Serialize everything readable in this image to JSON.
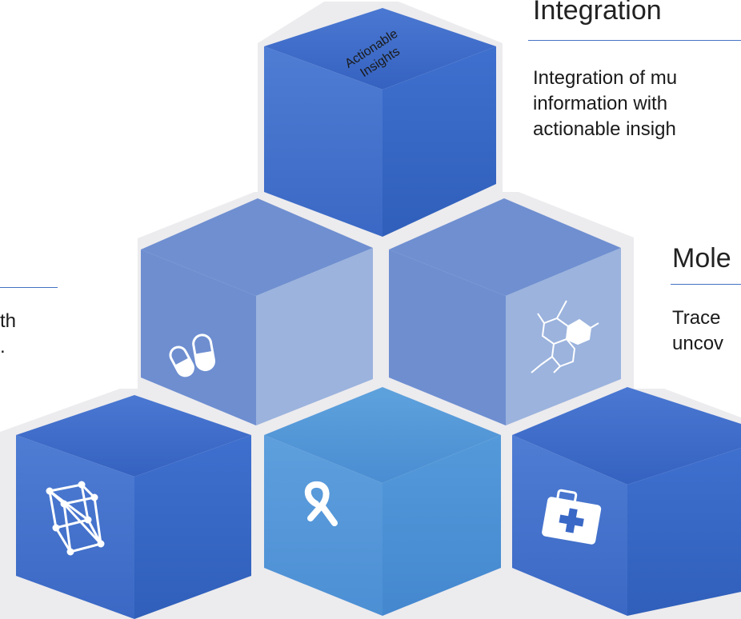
{
  "integration": {
    "heading": "Integration",
    "lines": [
      "Integration of mu",
      "information with",
      "actionable insigh"
    ]
  },
  "molecular": {
    "heading": "Mole",
    "lines": [
      "Trace",
      "uncov"
    ]
  },
  "left_text": {
    "lines": [
      "th",
      "."
    ]
  },
  "top_cube": {
    "label_line1": "Actionable",
    "label_line2": "Insights"
  },
  "icons": {
    "mid_left": "pill-capsules-icon",
    "mid_right": "molecule-icon",
    "bottom_left": "network-cube-icon",
    "bottom_center": "awareness-ribbon-icon",
    "bottom_right": "first-aid-kit-icon"
  },
  "colors": {
    "dark_blue": "#3a68c6",
    "mid_blue": "#7a98d3",
    "light_blue": "#5ba0dc",
    "rule": "#4472c4"
  }
}
